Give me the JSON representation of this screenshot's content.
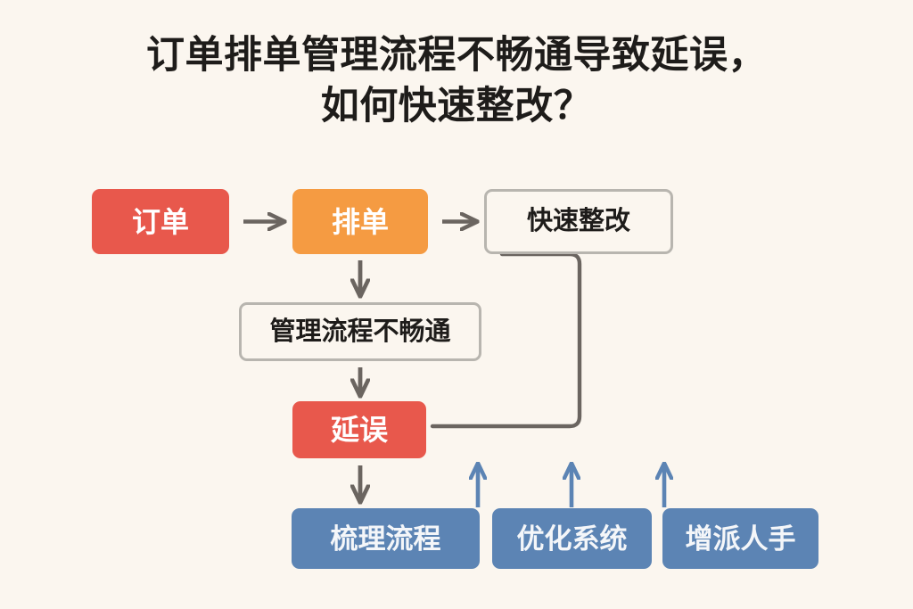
{
  "title": {
    "line1": "订单排单管理流程不畅通导致延误，",
    "line2": "如何快速整改？"
  },
  "colors": {
    "background": "#FBF6EF",
    "title_text": "#1E1C1A",
    "red": "#E8584C",
    "orange": "#F59B42",
    "blue": "#5C84B4",
    "outline_border": "#B8B5AF",
    "gray_arrow": "#6B6560",
    "blue_arrow": "#5C84B4"
  },
  "diagram": {
    "type": "flowchart",
    "nodes": [
      {
        "id": "order",
        "label": "订单",
        "style": "red",
        "row": "top"
      },
      {
        "id": "schedule",
        "label": "排单",
        "style": "orange",
        "row": "top"
      },
      {
        "id": "rectify",
        "label": "快速整改",
        "style": "outline",
        "row": "top"
      },
      {
        "id": "blocked",
        "label": "管理流程不畅通",
        "style": "outline",
        "row": "middle"
      },
      {
        "id": "delay",
        "label": "延误",
        "style": "red",
        "row": "middle"
      },
      {
        "id": "streamline",
        "label": "梳理流程",
        "style": "blue",
        "row": "bottom"
      },
      {
        "id": "optimize",
        "label": "优化系统",
        "style": "blue",
        "row": "bottom"
      },
      {
        "id": "staff",
        "label": "增派人手",
        "style": "blue",
        "row": "bottom"
      }
    ],
    "edges": [
      {
        "from": "order",
        "to": "schedule",
        "kind": "arrow-right",
        "color": "gray"
      },
      {
        "from": "schedule",
        "to": "rectify",
        "kind": "arrow-right",
        "color": "gray"
      },
      {
        "from": "schedule",
        "to": "blocked",
        "kind": "arrow-down",
        "color": "gray"
      },
      {
        "from": "blocked",
        "to": "delay",
        "kind": "arrow-down",
        "color": "gray"
      },
      {
        "from": "delay",
        "to": "rectify",
        "kind": "elbow-up",
        "color": "gray"
      },
      {
        "from": "delay",
        "to": "streamline",
        "kind": "arrow-down",
        "color": "gray"
      },
      {
        "from": "optimize",
        "to": "delay",
        "kind": "arrow-up",
        "color": "blue"
      },
      {
        "from": "staff",
        "to": "delay",
        "kind": "arrow-up",
        "color": "blue"
      },
      {
        "from": "streamline",
        "to": "delay",
        "kind": "arrow-up",
        "color": "blue"
      }
    ]
  }
}
